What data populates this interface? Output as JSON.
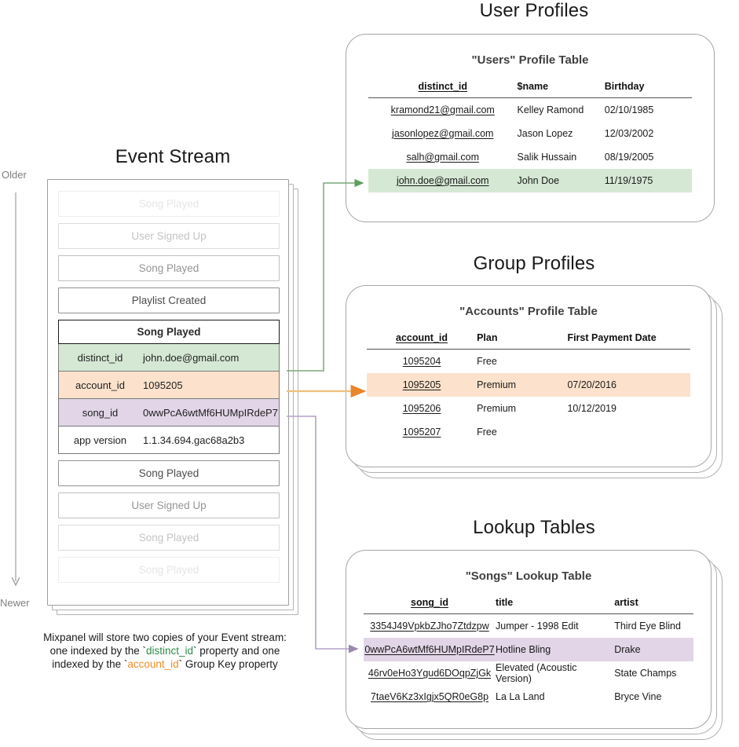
{
  "sections": {
    "event_stream_title": "Event Stream",
    "user_profiles_title": "User Profiles",
    "group_profiles_title": "Group Profiles",
    "lookup_tables_title": "Lookup Tables"
  },
  "time_axis": {
    "older_label": "Older",
    "newer_label": "Newer"
  },
  "event_stream": {
    "rows_above": [
      {
        "label": "Song Played"
      },
      {
        "label": "User Signed Up"
      },
      {
        "label": "Song Played"
      },
      {
        "label": "Playlist Created"
      }
    ],
    "highlighted_event": {
      "name": "Song Played",
      "properties": [
        {
          "key": "distinct_id",
          "value": "john.doe@gmail.com",
          "highlight": "green"
        },
        {
          "key": "account_id",
          "value": "1095205",
          "highlight": "orange"
        },
        {
          "key": "song_id",
          "value": "0wwPcA6wtMf6HUMpIRdeP7",
          "highlight": "purple"
        },
        {
          "key": "app version",
          "value": "1.1.34.694.gac68a2b3",
          "highlight": "none"
        }
      ]
    },
    "rows_below": [
      {
        "label": "Song Played"
      },
      {
        "label": "User Signed Up"
      },
      {
        "label": "Song Played"
      },
      {
        "label": "Song Played"
      }
    ],
    "caption": {
      "line1": "Mixpanel will store two copies of your Event stream:",
      "line2_pre": "one indexed by the `",
      "line2_token": "distinct_id",
      "line2_post": "` property and one",
      "line3_pre": "indexed by the `",
      "line3_token": "account_id",
      "line3_post": "` Group Key property"
    }
  },
  "users_table": {
    "title": "\"Users\" Profile Table",
    "columns": [
      "distinct_id",
      "$name",
      "Birthday"
    ],
    "rows": [
      {
        "cells": [
          "kramond21@gmail.com",
          "Kelley Ramond",
          "02/10/1985"
        ],
        "highlight": "none"
      },
      {
        "cells": [
          "jasonlopez@gmail.com",
          "Jason Lopez",
          "12/03/2002"
        ],
        "highlight": "none"
      },
      {
        "cells": [
          "salh@gmail.com",
          "Salik Hussain",
          "08/19/2005"
        ],
        "highlight": "none"
      },
      {
        "cells": [
          "john.doe@gmail.com",
          "John Doe",
          "11/19/1975"
        ],
        "highlight": "green"
      }
    ]
  },
  "accounts_table": {
    "title": "\"Accounts\" Profile Table",
    "columns": [
      "account_id",
      "Plan",
      "First Payment Date"
    ],
    "rows": [
      {
        "cells": [
          "1095204",
          "Free",
          ""
        ],
        "highlight": "none"
      },
      {
        "cells": [
          "1095205",
          "Premium",
          "07/20/2016"
        ],
        "highlight": "orange"
      },
      {
        "cells": [
          "1095206",
          "Premium",
          "10/12/2019"
        ],
        "highlight": "none"
      },
      {
        "cells": [
          "1095207",
          "Free",
          ""
        ],
        "highlight": "none"
      }
    ]
  },
  "songs_table": {
    "title": "\"Songs\" Lookup Table",
    "columns": [
      "song_id",
      "title",
      "artist"
    ],
    "rows": [
      {
        "cells": [
          "3354J49VpkbZJho7Ztdzpw",
          "Jumper - 1998 Edit",
          "Third Eye Blind"
        ],
        "highlight": "none"
      },
      {
        "cells": [
          "0wwPcA6wtMf6HUMpIRdeP7",
          "Hotline Bling",
          "Drake"
        ],
        "highlight": "purple"
      },
      {
        "cells": [
          "46rv0eHo3Ygud6DOqpZjGk",
          "Elevated (Acoustic Version)",
          "State Champs"
        ],
        "highlight": "none"
      },
      {
        "cells": [
          "7taeV6Kz3xIgjx5QR0eG8p",
          "La La Land",
          "Bryce Vine"
        ],
        "highlight": "none"
      }
    ]
  },
  "colors": {
    "green": "#d5e8d4",
    "orange": "#fce2cc",
    "purple": "#e1d5e7",
    "green_arrow": "#5f9e5f",
    "orange_arrow": "#e8a33d",
    "purple_arrow": "#b3a2c7",
    "border": "#a6a6a6"
  }
}
